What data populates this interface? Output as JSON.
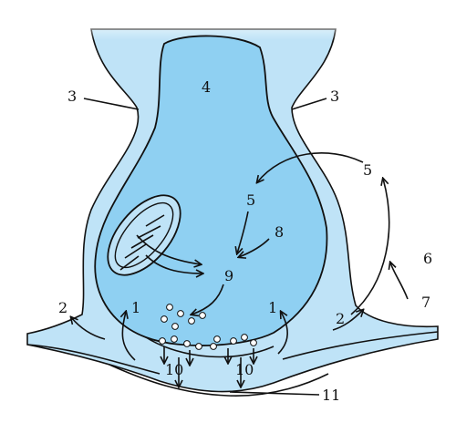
{
  "colors": {
    "outer_fill": "#bfe3f7",
    "bouton_fill": "#8fd0f2",
    "outline": "#111111",
    "vesicle_fill": "#ffffff"
  },
  "labels": {
    "l1_left": "1",
    "l1_right": "1",
    "l2_left": "2",
    "l2_right": "2",
    "l3_left": "3",
    "l3_right": "3",
    "l4": "4",
    "l5_inner": "5",
    "l5_outer": "5",
    "l6": "6",
    "l7": "7",
    "l8": "8",
    "l9": "9",
    "l10_left": "10",
    "l10_right": "10",
    "l11": "11"
  }
}
